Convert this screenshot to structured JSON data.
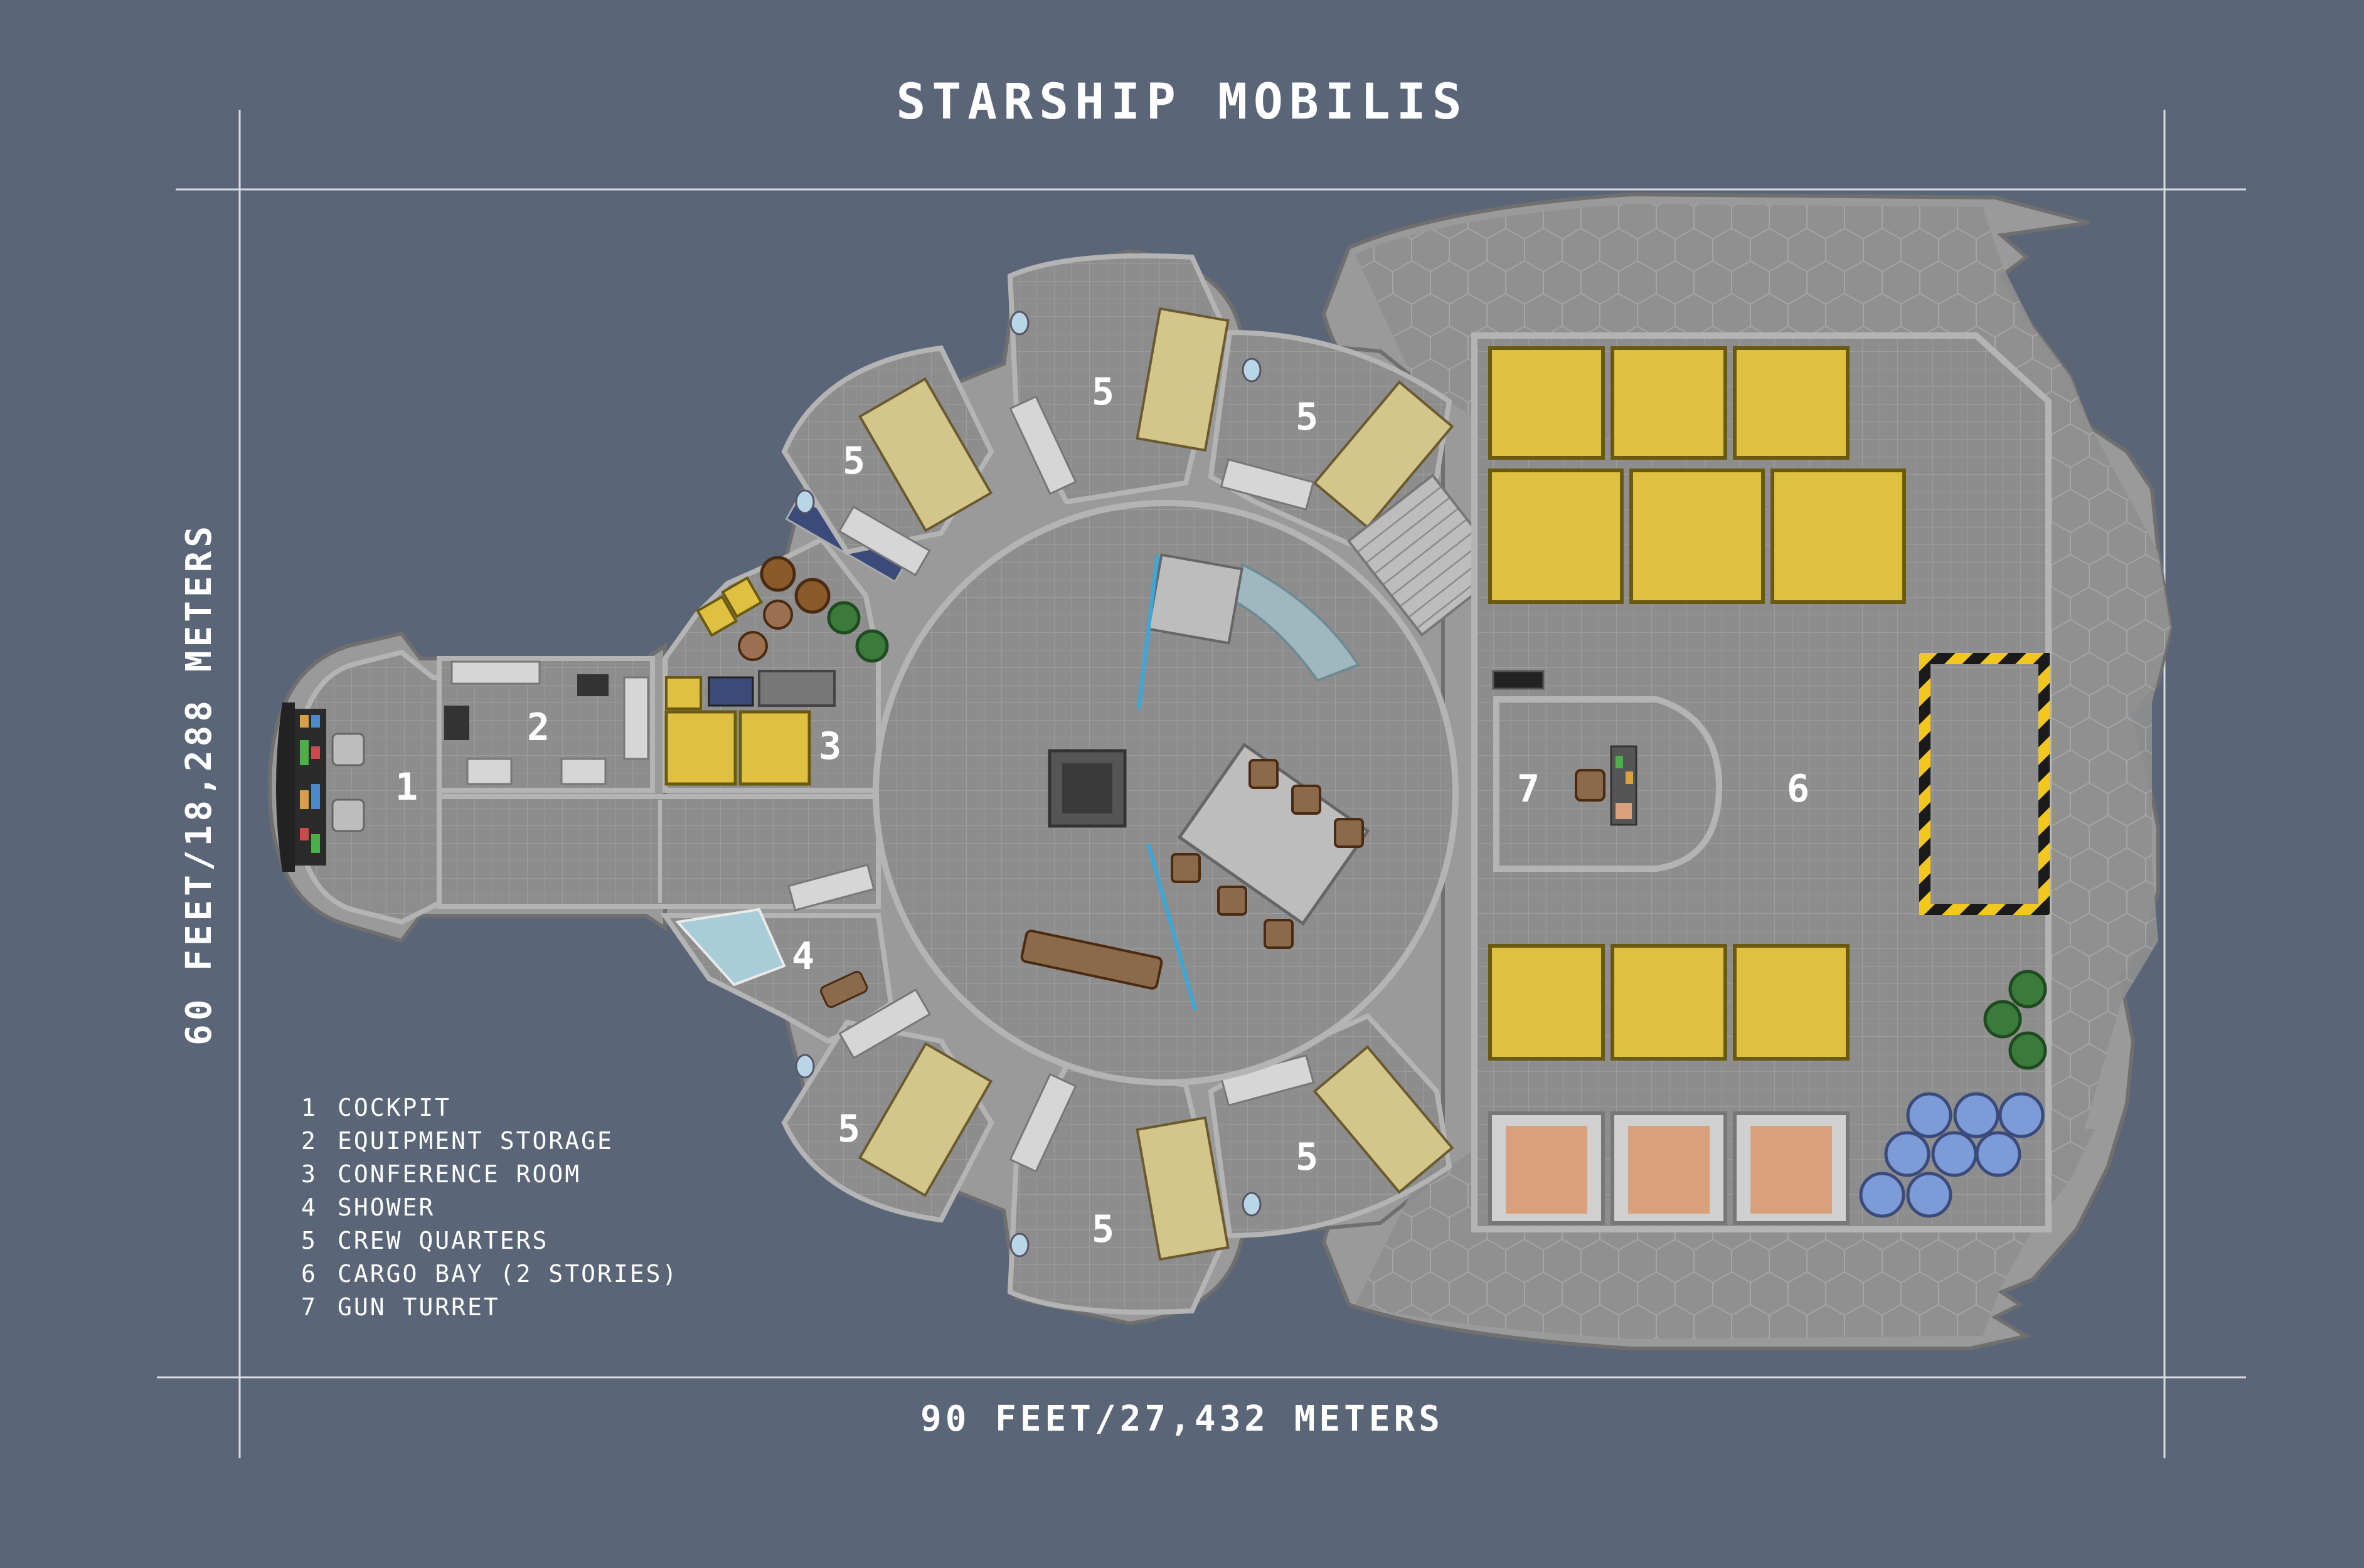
{
  "title": "Starship Mobilis",
  "dimensions": {
    "width": "90 Feet/27,432 Meters",
    "height": "60 Feet/18,288 Meters"
  },
  "legend": [
    {
      "number": "1",
      "label": "Cockpit"
    },
    {
      "number": "2",
      "label": "Equipment Storage"
    },
    {
      "number": "3",
      "label": "Conference Room"
    },
    {
      "number": "4",
      "label": "Shower"
    },
    {
      "number": "5",
      "label": "Crew Quarters"
    },
    {
      "number": "6",
      "label": "Cargo Bay (2 Stories)"
    },
    {
      "number": "7",
      "label": "Gun Turret"
    }
  ],
  "room_labels": {
    "cockpit": "1",
    "equipment_storage": "2",
    "conference_room": "3",
    "shower": "4",
    "crew_quarters": "5",
    "cargo_bay": "6",
    "gun_turret": "7"
  },
  "colors": {
    "background": "#5a6678",
    "hull": "#9a9a9a",
    "floor": "#8d8d8d",
    "wall": "#b4b4b4",
    "crate_yellow": "#e0c040",
    "crate_orange": "#d9a07c",
    "bed": "#d4c58a",
    "hazard_yellow": "#f2c81e",
    "barrel_green": "#3a7a3a",
    "barrel_blue": "#7d9bd6"
  }
}
